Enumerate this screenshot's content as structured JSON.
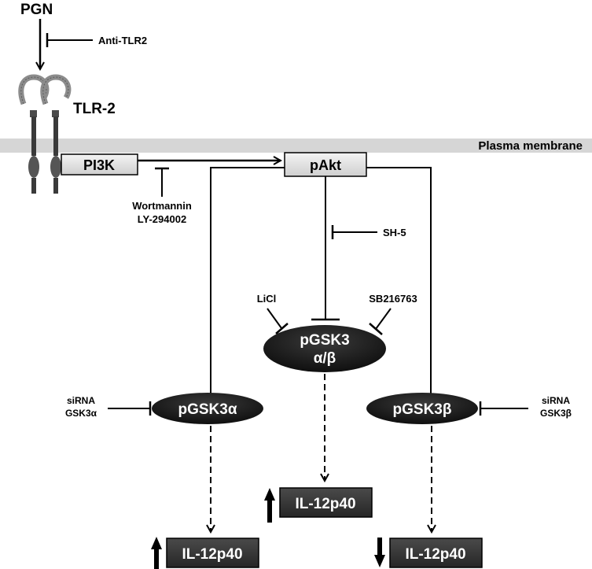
{
  "labels": {
    "pgn": "PGN",
    "anti_tlr2": "Anti-TLR2",
    "tlr2": "TLR-2",
    "plasma_membrane": "Plasma membrane",
    "pi3k": "PI3K",
    "pakt": "pAkt",
    "wortmannin": "Wortmannin",
    "ly294002": "LY-294002",
    "sh5": "SH-5",
    "licl": "LiCl",
    "sb216763": "SB216763",
    "pgsk3_line1": "pGSK3",
    "pgsk3_line2": "α/β",
    "pgsk3a": "pGSK3α",
    "pgsk3b": "pGSK3β",
    "sirna_left_1": "siRNA",
    "sirna_left_2": "GSK3α",
    "sirna_right_1": "siRNA",
    "sirna_right_2": "GSK3β",
    "il12_left": "IL-12p40",
    "il12_center": "IL-12p40",
    "il12_right": "IL-12p40"
  },
  "colors": {
    "membrane": "#d6d6d6",
    "node_dark": "#1f1f1f",
    "box_light": "#e4e4e4",
    "box_dark": "#3a3a3a",
    "line": "#000000"
  },
  "icons": {
    "receptor": "tlr2-receptor-icon",
    "up_arrow": "up-arrow-icon",
    "down_arrow": "down-arrow-icon"
  }
}
